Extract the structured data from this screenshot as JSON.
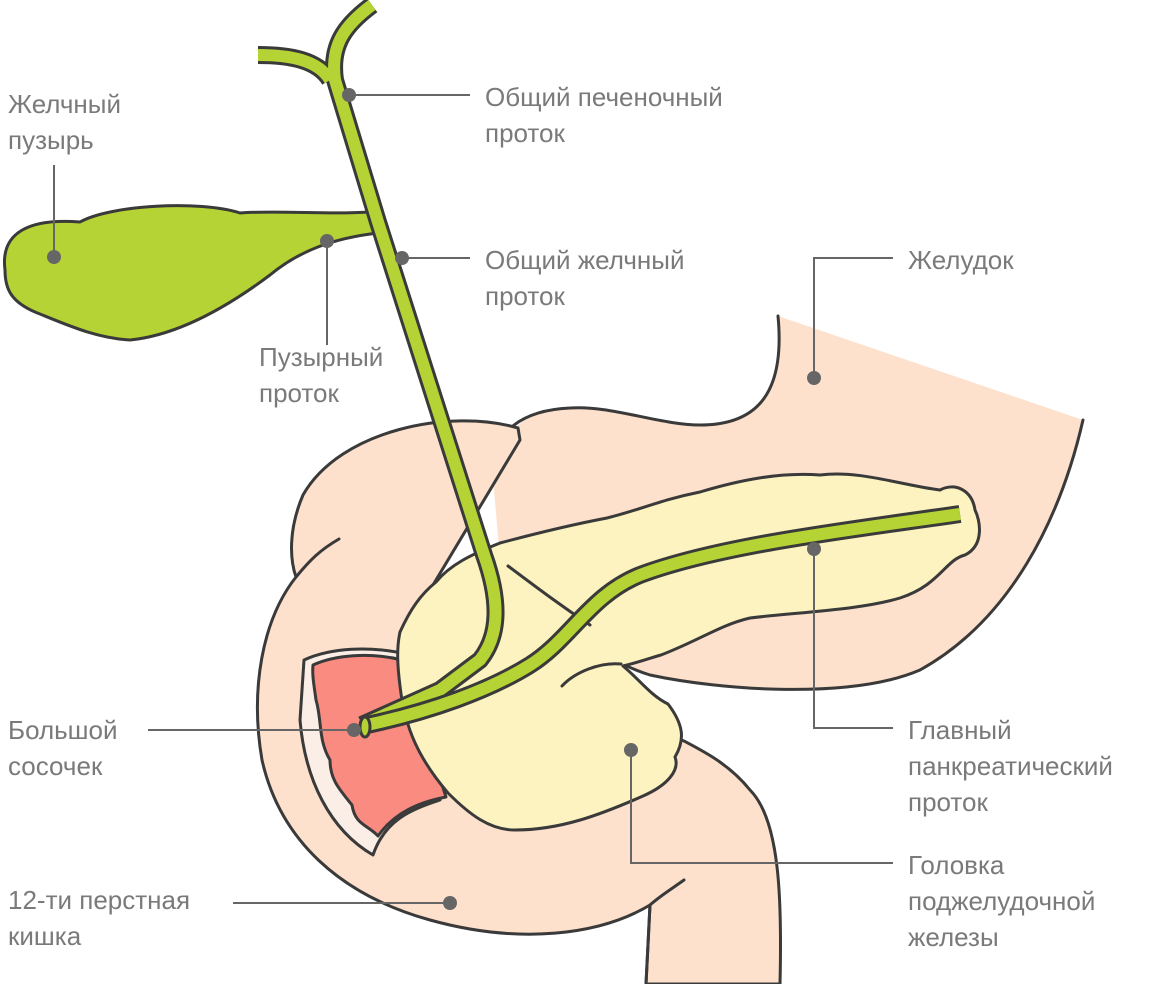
{
  "colors": {
    "outline": "#3a3a3a",
    "duct_green": "#b5d334",
    "duodenum_peach": "#fde1cc",
    "pancreas_yellow": "#fdf3c0",
    "papilla_red": "#f98b80",
    "label_gray": "#7a7a7a",
    "leader_gray": "#666666"
  },
  "labels": {
    "gallbladder": [
      "Желчный",
      "пузырь"
    ],
    "common_hepatic_duct": [
      "Общий печеночный",
      "проток"
    ],
    "common_bile_duct": [
      "Общий желчный",
      "проток"
    ],
    "cystic_duct": [
      "Пузырный",
      "проток"
    ],
    "stomach": [
      "Желудок"
    ],
    "main_pancreatic_duct": [
      "Главный",
      "панкреатический",
      "проток"
    ],
    "major_papilla": [
      "Большой",
      "сосочек"
    ],
    "duodenum": [
      "12-ти перстная",
      "кишка"
    ],
    "pancreas_head": [
      "Головка",
      "поджелудочной",
      "железы"
    ]
  }
}
